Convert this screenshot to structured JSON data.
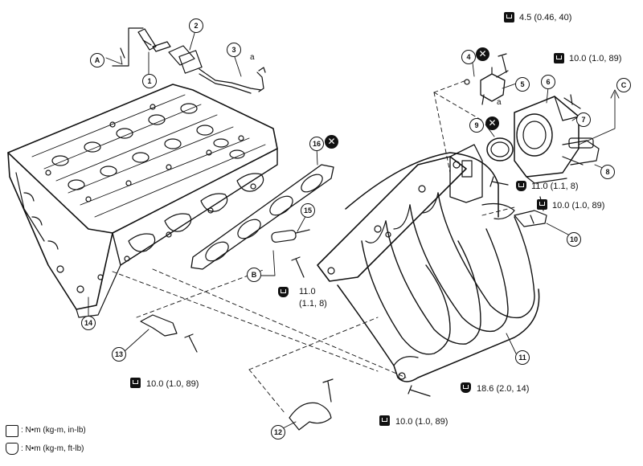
{
  "callouts": {
    "c1": "1",
    "c2": "2",
    "c3": "3",
    "c4": "4",
    "c5": "5",
    "c6": "6",
    "c7": "7",
    "c8": "8",
    "c9": "9",
    "c10": "10",
    "c11": "11",
    "c12": "12",
    "c13": "13",
    "c14": "14",
    "c15": "15",
    "c16": "16"
  },
  "letters": {
    "a": "A",
    "b": "B",
    "c": "C",
    "small_a": "a",
    "small_b": "a"
  },
  "torque": {
    "t1": "4.5 (0.46, 40)",
    "t2": "10.0 (1.0, 89)",
    "t3": "11.0 (1.1, 8)",
    "t4": "10.0 (1.0, 89)",
    "t5_line1": "11.0",
    "t5_line2": "(1.1, 8)",
    "t6": "10.0 (1.0, 89)",
    "t7": "18.6 (2.0, 14)",
    "t8": "10.0 (1.0, 89)"
  },
  "legend": {
    "inlb": ": N•m (kg-m, in-lb)",
    "ftlb": ": N•m (kg-m, ft-lb)"
  },
  "replace_mark": "✕"
}
